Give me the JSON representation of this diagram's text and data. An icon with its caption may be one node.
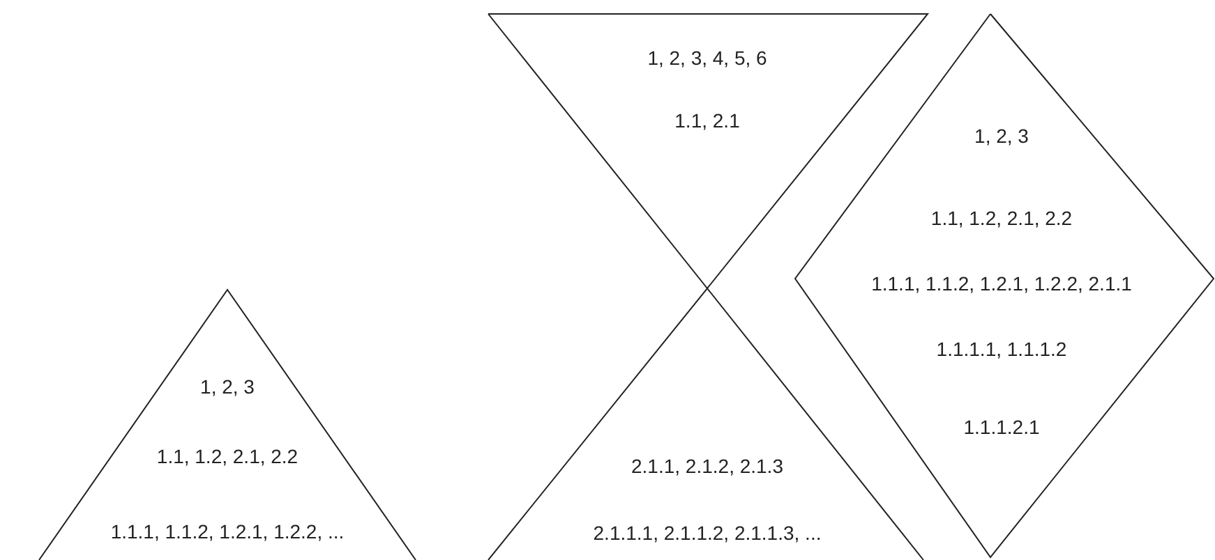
{
  "diagram": {
    "nodes": [
      {
        "text": [
          "1, 2, 3",
          "1.1, 1.2, 2.1, 2.2",
          "1.1.1, 1.1.2, 1.2.1, 1.2.2, ..."
        ]
      },
      {
        "text": [
          "1, 2, 3, 4, 5, 6",
          "1.1, 2.1"
        ]
      },
      {
        "text": [
          "2.1.1, 2.1.2, 2.1.3",
          "2.1.1.1, 2.1.1.2, 2.1.1.3, ..."
        ]
      },
      {
        "text": [
          "1, 2, 3",
          "1.1, 1.2, 2.1, 2.2",
          "1.1.1, 1.1.2, 1.2.1, 1.2.2, 2.1.1",
          "1.1.1.1, 1.1.1.2",
          "1.1.1.2.1"
        ]
      }
    ]
  }
}
